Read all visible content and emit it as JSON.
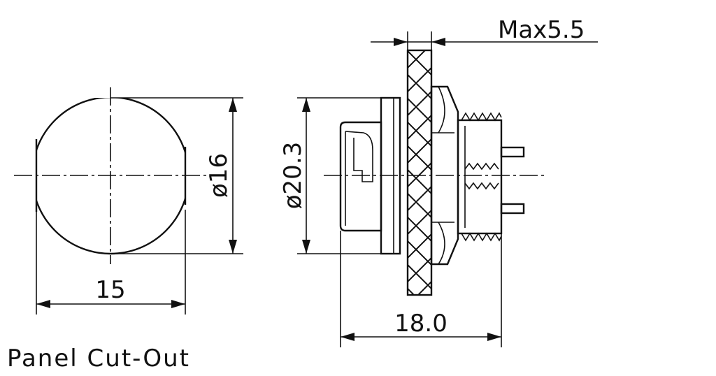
{
  "panel_cutout": {
    "title": "Panel Cut-Out",
    "width_dim": "15",
    "diameter_dim": "ø16"
  },
  "side_view": {
    "body_diameter_dim": "ø20.3",
    "length_dim": "18.0",
    "panel_thickness_dim": "Max5.5"
  }
}
